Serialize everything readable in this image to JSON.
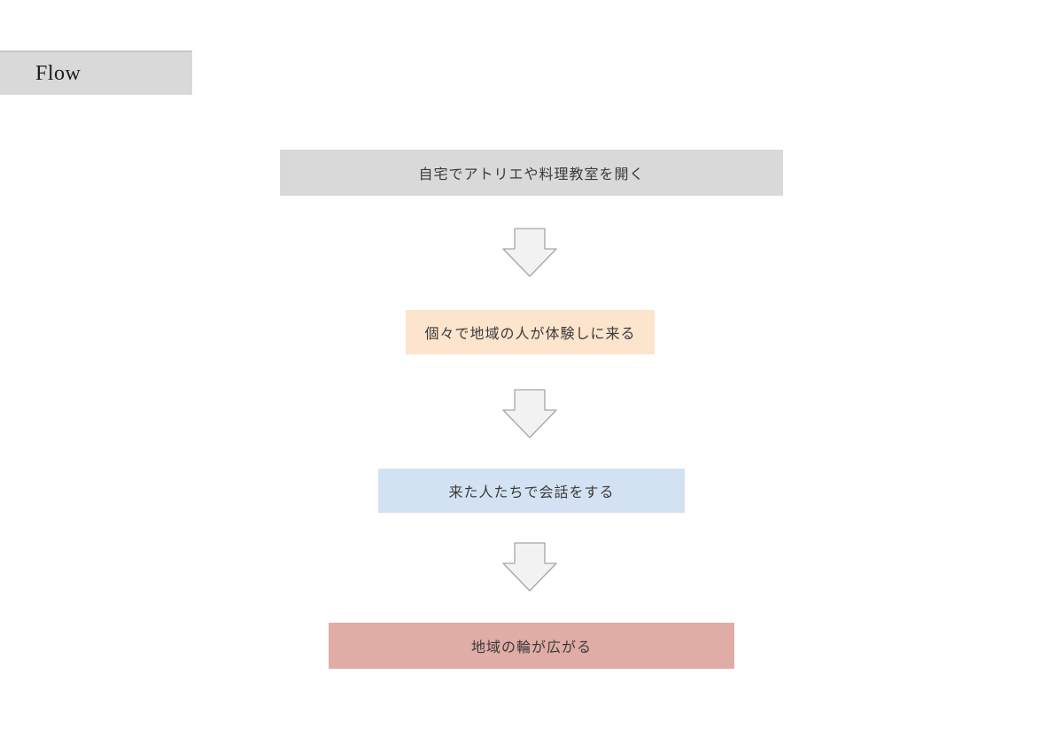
{
  "header": {
    "label": "Flow"
  },
  "flow": {
    "steps": [
      {
        "text": "自宅でアトリエや料理教室を開く",
        "bg": "#d9d9d9"
      },
      {
        "text": "個々で地域の人が体験しに来る",
        "bg": "#fce4cd"
      },
      {
        "text": "来た人たちで会話をする",
        "bg": "#d3e2f2"
      },
      {
        "text": "地域の輪が広がる",
        "bg": "#dfaca6"
      }
    ],
    "arrow": {
      "fill": "#f2f2f2",
      "stroke": "#a6a6a6"
    }
  },
  "colors": {
    "page_bg": "#ffffff",
    "label_bg": "#d9d9d9",
    "text": "#3a3a3a"
  }
}
